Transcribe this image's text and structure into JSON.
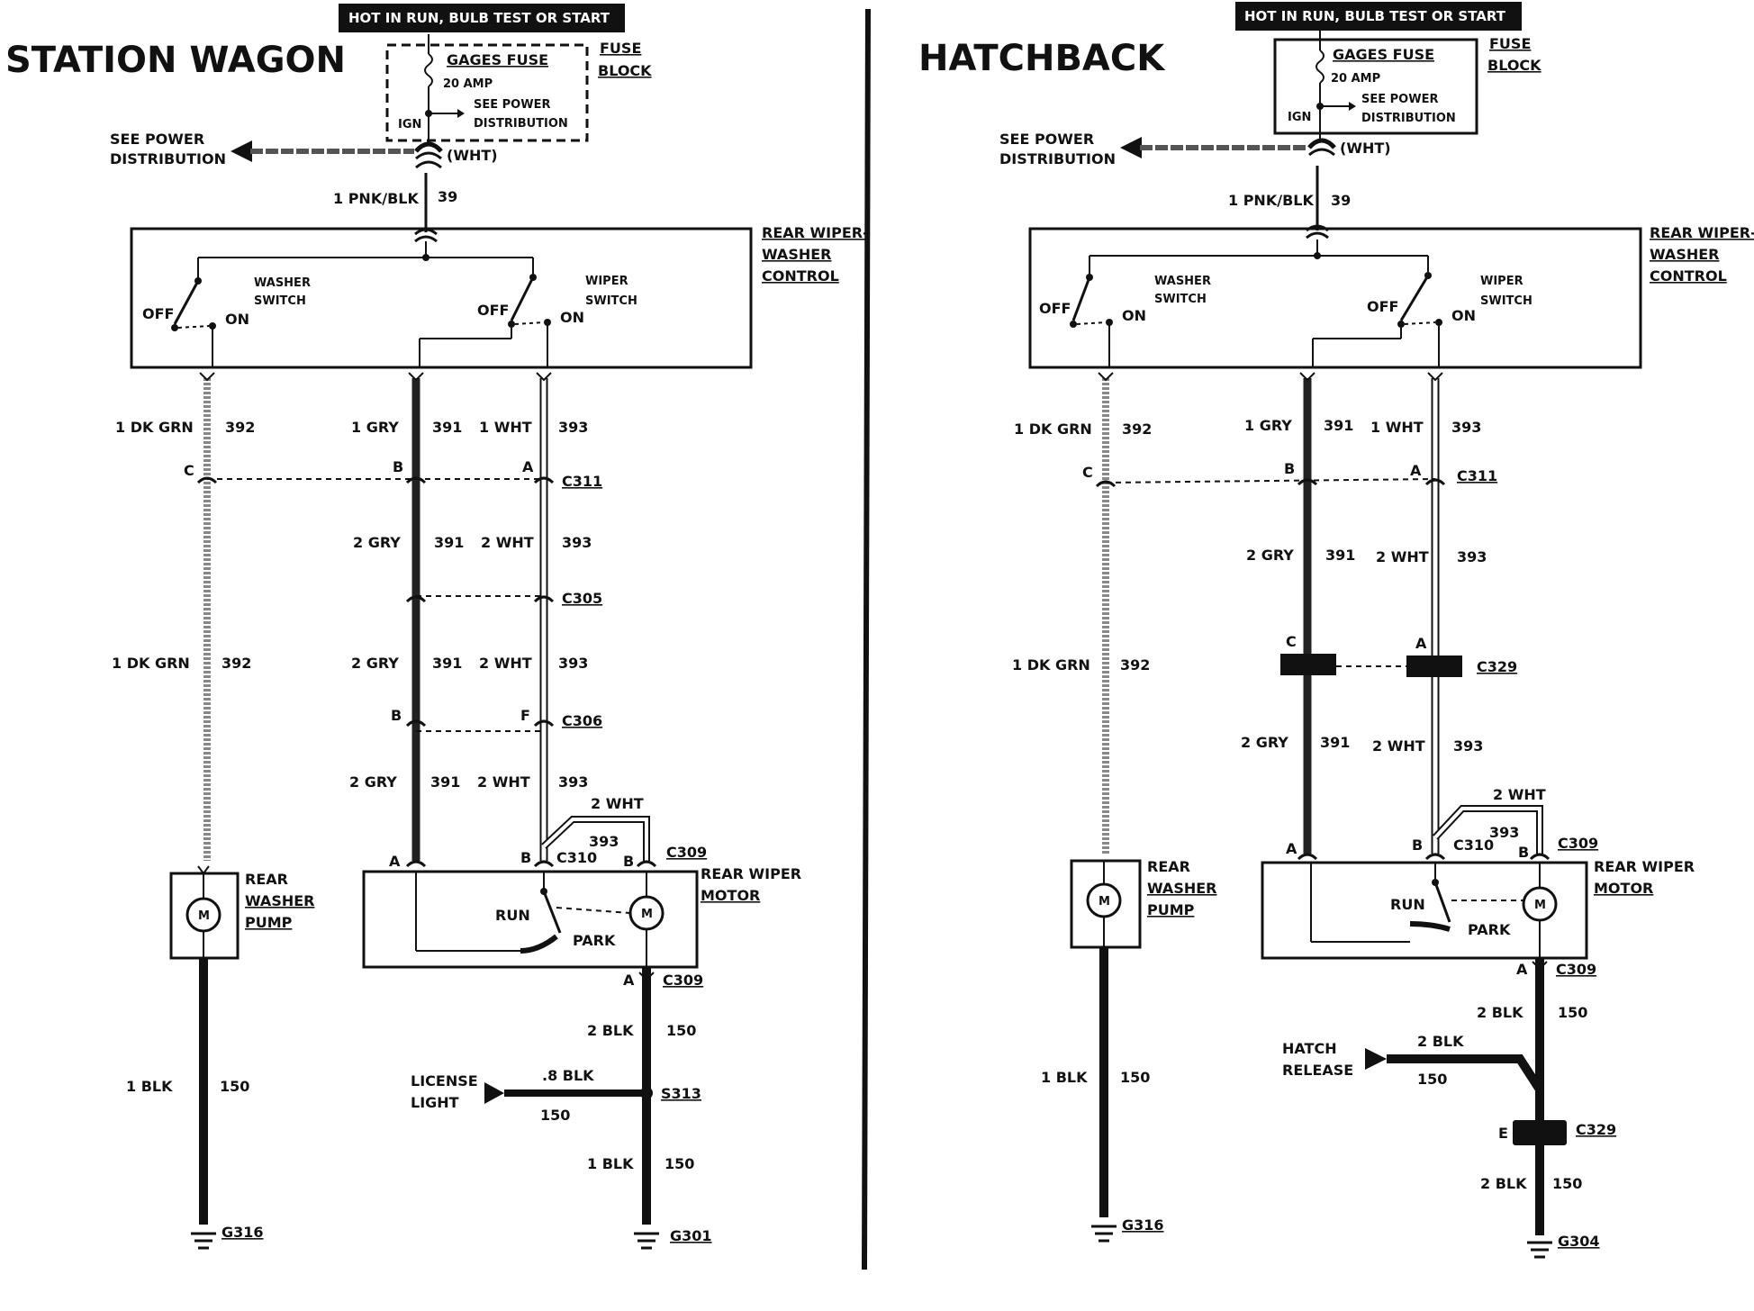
{
  "left": {
    "title": "STATION WAGON",
    "hot_label": "HOT IN RUN, BULB TEST OR START",
    "gages_fuse": "GAGES FUSE",
    "fuse_amp": "20 AMP",
    "see_power_1": "SEE POWER",
    "distribution_1": "DISTRIBUTION",
    "ign": "IGN",
    "fuse_block_1": "FUSE",
    "fuse_block_2": "BLOCK",
    "see_power_2": "SEE POWER",
    "distribution_2": "DISTRIBUTION",
    "wht": "(WHT)",
    "feed_wire": "1 PNK/BLK",
    "feed_circuit": "39",
    "control_1": "REAR WIPER-",
    "control_2": "WASHER",
    "control_3": "CONTROL",
    "washer_switch_1": "WASHER",
    "washer_switch_2": "SWITCH",
    "wiper_switch_1": "WIPER",
    "wiper_switch_2": "SWITCH",
    "off1": "OFF",
    "on1": "ON",
    "off2": "OFF",
    "on2": "ON",
    "w_dkgrn_1": "1 DK GRN",
    "c392_1": "392",
    "w_gry_1": "1 GRY",
    "c391_1": "391",
    "w_wht_1": "1 WHT",
    "c393_1": "393",
    "pin_c": "C",
    "pin_b": "B",
    "pin_a": "A",
    "c311": "C311",
    "w_gry_2": "2 GRY",
    "c391_2": "391",
    "w_wht_2": "2 WHT",
    "c393_2": "393",
    "c305": "C305",
    "w_dkgrn_2": "1 DK GRN",
    "c392_2": "392",
    "w_gry_3": "2 GRY",
    "c391_3": "391",
    "w_wht_3": "2 WHT",
    "c393_3": "393",
    "pin_b2": "B",
    "pin_f": "F",
    "c306": "C306",
    "w_gry_4": "2 GRY",
    "c391_4": "391",
    "w_wht_4": "2 WHT",
    "c393_4": "393",
    "w_wht_5": "2 WHT",
    "c393_5": "393",
    "pin_a_m": "A",
    "pin_b_m": "B",
    "c310": "C310",
    "pin_b_m2": "B",
    "c309_a": "C309",
    "pump_1": "REAR",
    "pump_2": "WASHER",
    "pump_3": "PUMP",
    "motor_1": "REAR WIPER",
    "motor_2": "MOTOR",
    "run": "RUN",
    "park": "PARK",
    "m_pump": "M",
    "m_motor": "M",
    "pin_a_b": "A",
    "c309_b": "C309",
    "w_blk_1": "2 BLK",
    "c150_1": "150",
    "license_1": "LICENSE",
    "license_2": "LIGHT",
    "w_blk_8": ".8 BLK",
    "c150_2": "150",
    "s313": "S313",
    "w_blk_2": "1 BLK",
    "c150_3": "150",
    "w_blk_pump": "1 BLK",
    "c150_pump": "150",
    "g316": "G316",
    "g301": "G301"
  },
  "right": {
    "title": "HATCHBACK",
    "hot_label": "HOT IN RUN, BULB TEST OR START",
    "gages_fuse": "GAGES FUSE",
    "fuse_amp": "20 AMP",
    "see_power_1": "SEE POWER",
    "distribution_1": "DISTRIBUTION",
    "ign": "IGN",
    "fuse_block_1": "FUSE",
    "fuse_block_2": "BLOCK",
    "see_power_2": "SEE POWER",
    "distribution_2": "DISTRIBUTION",
    "wht": "(WHT)",
    "feed_wire": "1 PNK/BLK",
    "feed_circuit": "39",
    "control_1": "REAR WIPER-",
    "control_2": "WASHER",
    "control_3": "CONTROL",
    "washer_switch_1": "WASHER",
    "washer_switch_2": "SWITCH",
    "wiper_switch_1": "WIPER",
    "wiper_switch_2": "SWITCH",
    "off1": "OFF",
    "on1": "ON",
    "off2": "OFF",
    "on2": "ON",
    "w_dkgrn_1": "1 DK GRN",
    "c392_1": "392",
    "w_gry_1": "1 GRY",
    "c391_1": "391",
    "w_wht_1": "1 WHT",
    "c393_1": "393",
    "pin_c": "C",
    "pin_b": "B",
    "pin_a": "A",
    "c311": "C311",
    "w_gry_2": "2 GRY",
    "c391_2": "391",
    "w_wht_2": "2 WHT",
    "c393_2": "393",
    "w_dkgrn_2": "1 DK GRN",
    "c392_2": "392",
    "pin_c2": "C",
    "pin_a2": "A",
    "c329_a": "C329",
    "w_gry_3": "2 GRY",
    "c391_3": "391",
    "w_wht_3": "2 WHT",
    "c393_3": "393",
    "w_wht_5": "2 WHT",
    "c393_5": "393",
    "pin_a_m": "A",
    "pin_b_m": "B",
    "c310": "C310",
    "pin_b_m2": "B",
    "c309_a": "C309",
    "pump_1": "REAR",
    "pump_2": "WASHER",
    "pump_3": "PUMP",
    "motor_1": "REAR WIPER",
    "motor_2": "MOTOR",
    "run": "RUN",
    "park": "PARK",
    "m_pump": "M",
    "m_motor": "M",
    "pin_a_b": "A",
    "c309_b": "C309",
    "w_blk_1": "2 BLK",
    "c150_1": "150",
    "hatch_1": "HATCH",
    "hatch_2": "RELEASE",
    "w_blk_h": "2 BLK",
    "c150_h": "150",
    "pin_e": "E",
    "c329_b": "C329",
    "w_blk_2": "2 BLK",
    "c150_2": "150",
    "w_blk_pump": "1 BLK",
    "c150_pump": "150",
    "g316": "G316",
    "g304": "G304"
  }
}
